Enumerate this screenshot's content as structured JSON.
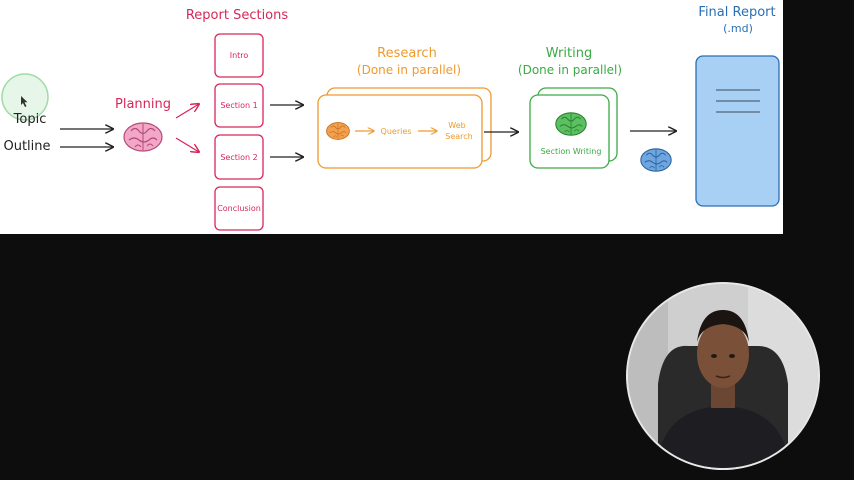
{
  "diagram": {
    "inputs": {
      "topic": "Topic",
      "outline": "Outline"
    },
    "planning": {
      "label": "Planning"
    },
    "report_sections": {
      "title": "Report Sections",
      "items": [
        "Intro",
        "Section 1",
        "Section 2",
        "Conclusion"
      ]
    },
    "research": {
      "title": "Research",
      "subtitle": "(Done in parallel)",
      "queries": "Queries",
      "web_search_line1": "Web",
      "web_search_line2": "Search"
    },
    "writing": {
      "title": "Writing",
      "subtitle": "(Done in parallel)",
      "section_writing": "Section Writing"
    },
    "final_report": {
      "title": "Final Report",
      "subtitle": "(.md)"
    },
    "colors": {
      "planning": "#d6275a",
      "research": "#ef9a2c",
      "writing": "#3bab45",
      "final": "#2a6fb3",
      "final_fill": "#a8d0f5",
      "brain_pink": "#f2a7c7",
      "brain_orange": "#f4a14f",
      "brain_green": "#5bc05f",
      "brain_blue": "#6ea6e0"
    }
  },
  "webcam": {
    "label": "presenter-webcam"
  }
}
